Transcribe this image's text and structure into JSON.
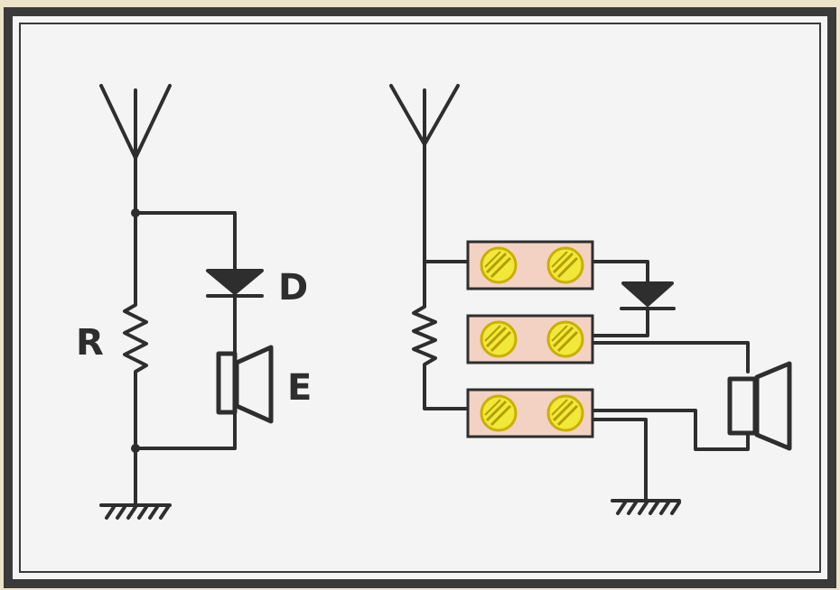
{
  "colors": {
    "paper": "#f4f4f4",
    "ink": "#2e2e2e",
    "frame": "#3a3a3a",
    "strip_fill": "#f3d2c4",
    "screw_fill": "#f2e83a",
    "screw_outline": "#c9b000"
  },
  "schematic": {
    "label_resistor": "R",
    "label_diode": "D",
    "label_earphone": "E"
  },
  "icons": [
    "antenna-icon",
    "resistor-icon",
    "diode-icon",
    "earphone-icon",
    "ground-icon",
    "terminal-strip-icon",
    "screw-terminal-icon"
  ]
}
